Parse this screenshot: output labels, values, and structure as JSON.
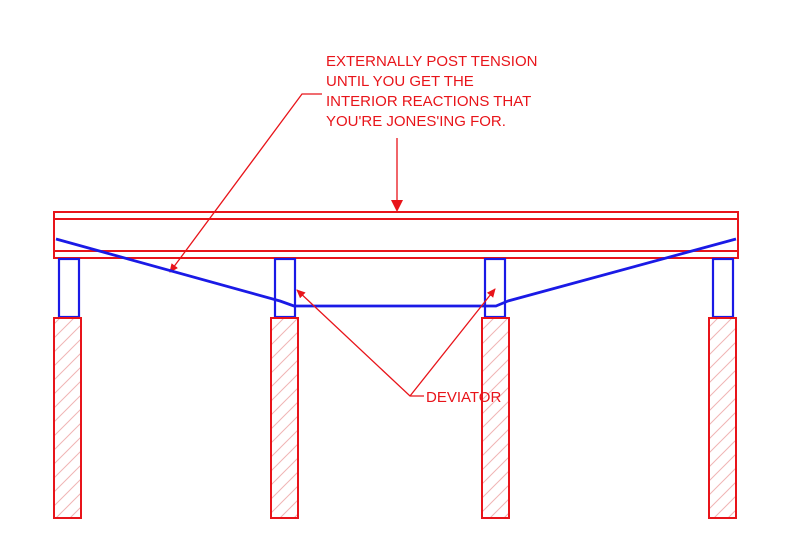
{
  "annotation": {
    "lines": [
      "EXTERNALLY POST TENSION",
      "UNTIL YOU GET THE",
      "INTERIOR REACTIONS THAT",
      "YOU'RE JONES'ING FOR."
    ]
  },
  "deviator_label": "DEVIATOR",
  "colors": {
    "structure": "#e8141a",
    "tendon": "#1a1ae6",
    "text": "#e8141a",
    "background": "#ffffff"
  }
}
